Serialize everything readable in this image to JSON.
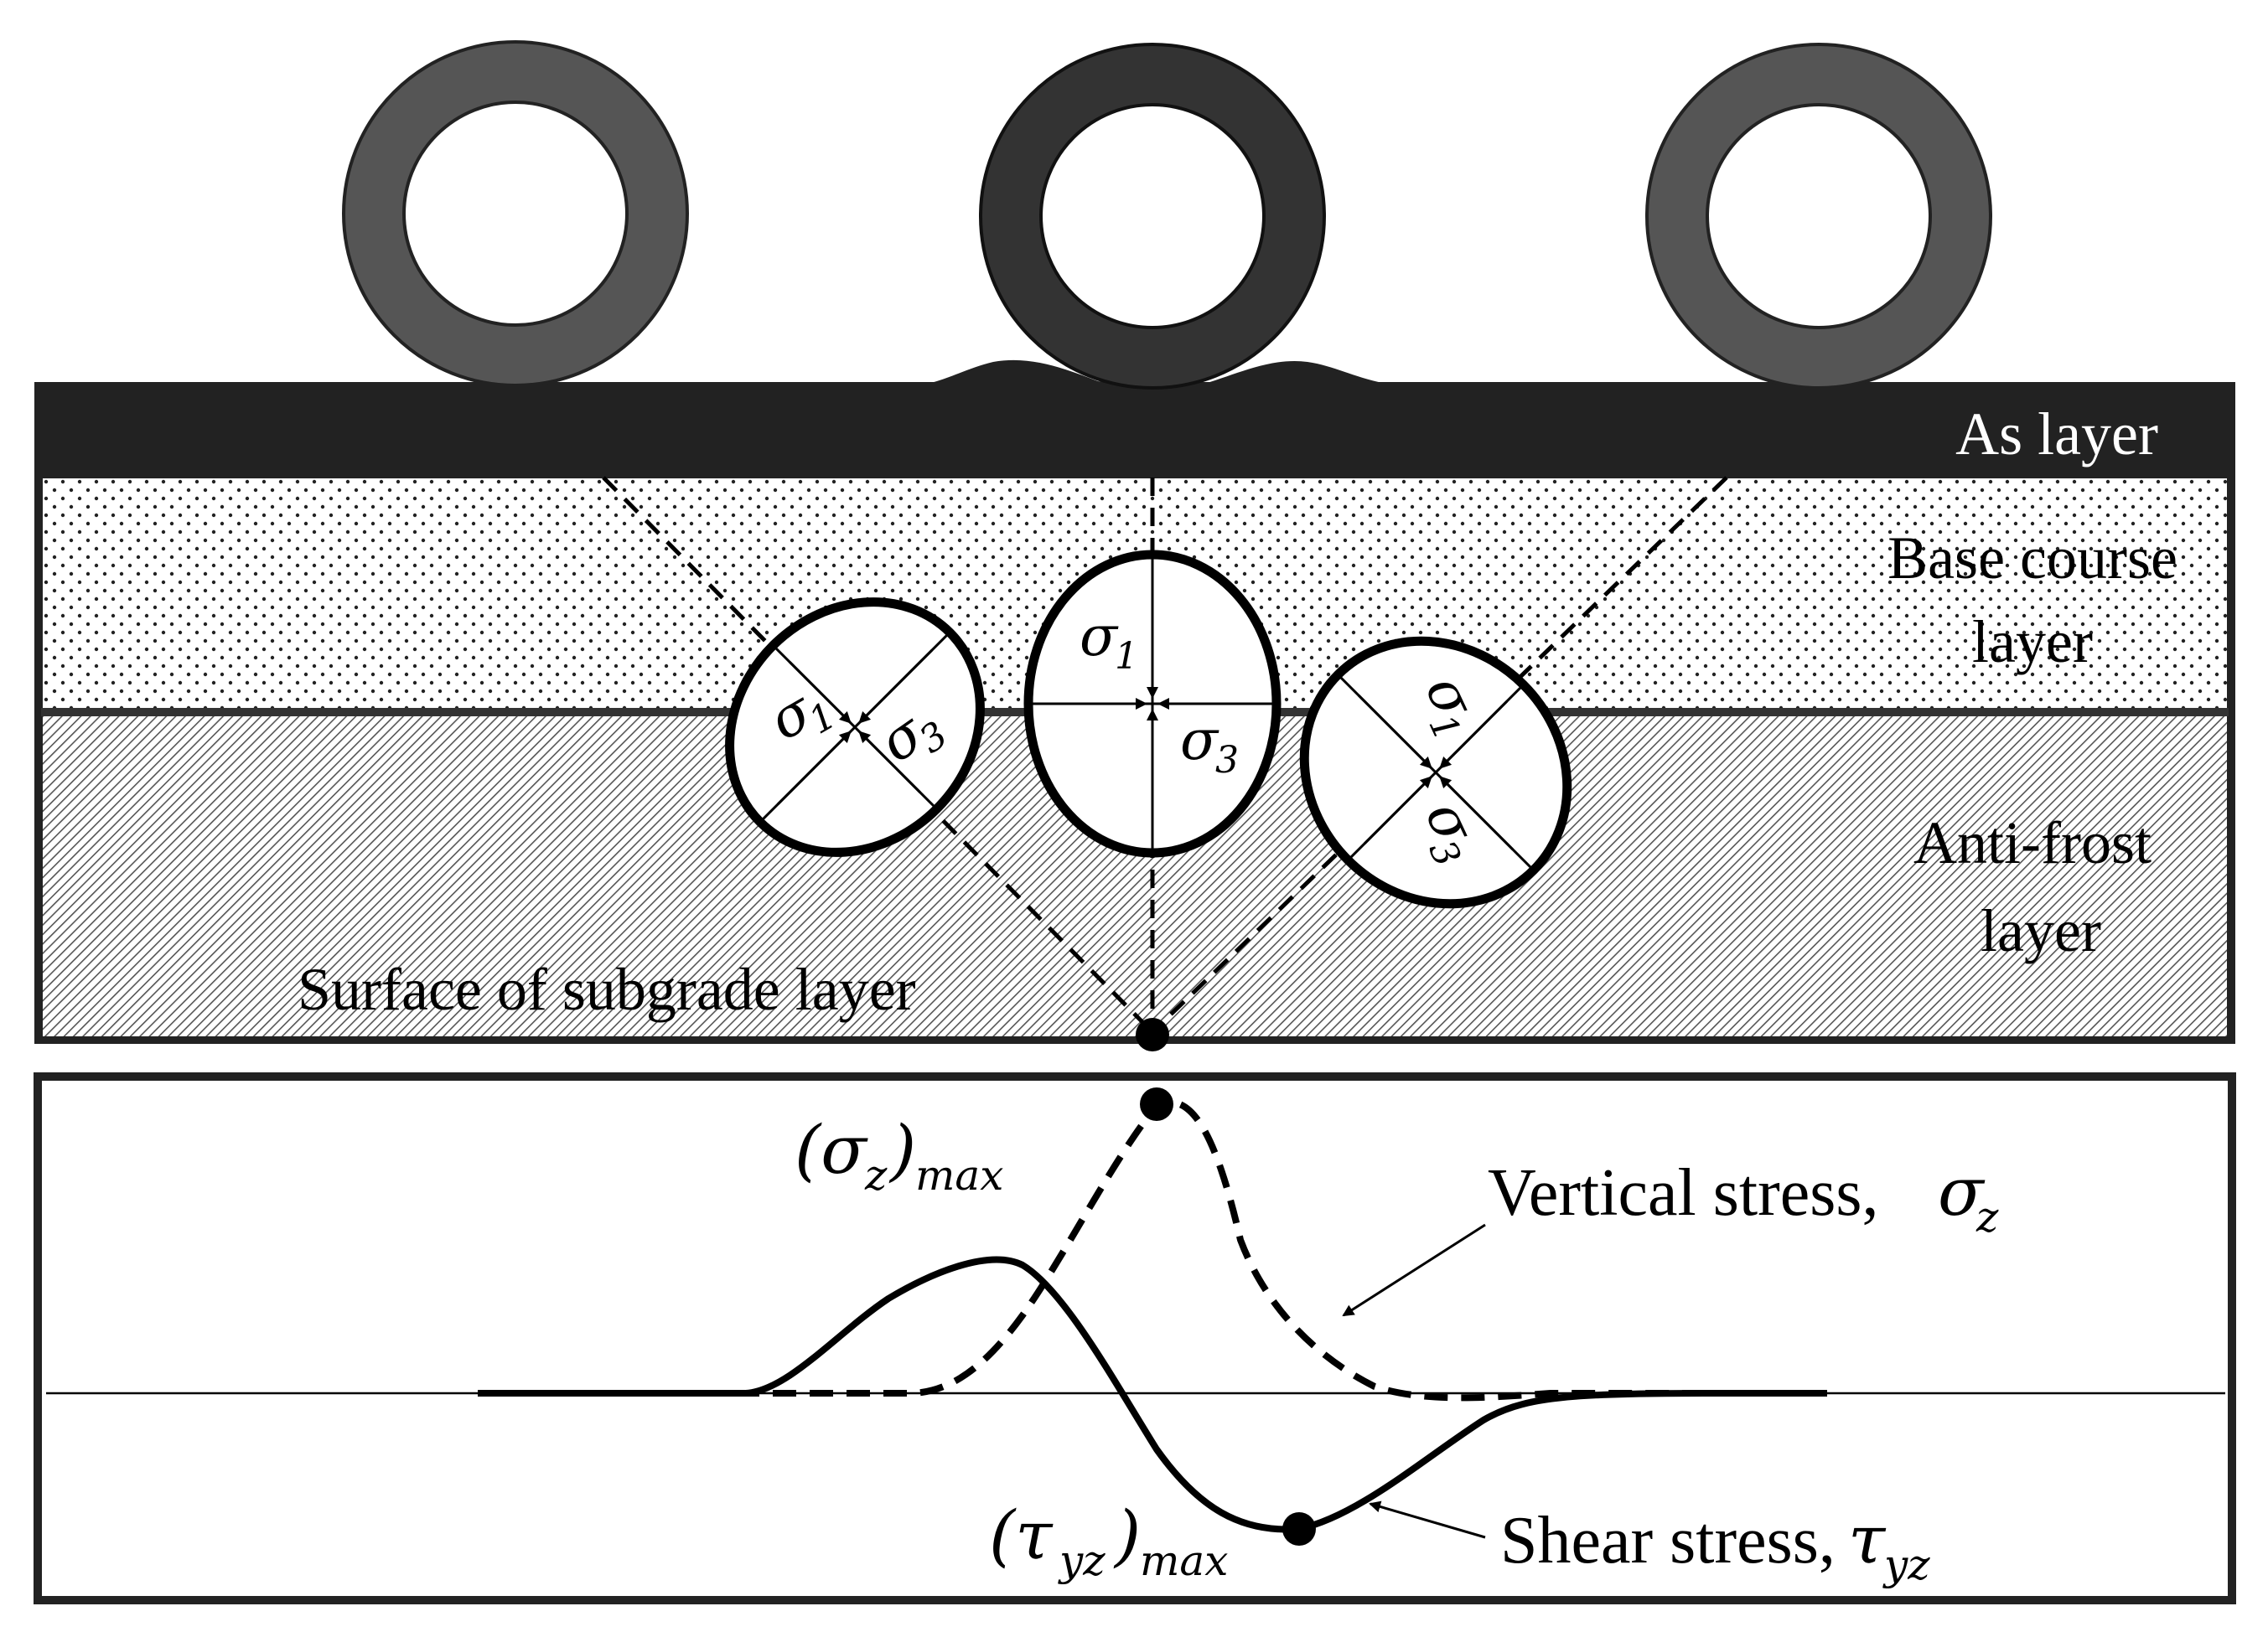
{
  "layers": {
    "asphalt": "As layer",
    "base_line1": "Base course",
    "base_line2": "layer",
    "antifrost_line1": "Anti-frost",
    "antifrost_line2": "layer",
    "subgrade": "Surface of subgrade layer"
  },
  "stress_symbols": {
    "sigma": "σ",
    "tau": "τ",
    "one": "1",
    "three": "3",
    "z": "z",
    "yz": "yz",
    "max": "max"
  },
  "labels": {
    "vertical_stress_text": "Vertical stress, ",
    "shear_stress_text": "Shear stress, "
  },
  "colors": {
    "asphalt": "#222222",
    "tire_outer_side": "#555555",
    "tire_outer_center": "#333333",
    "background": "#ffffff"
  }
}
